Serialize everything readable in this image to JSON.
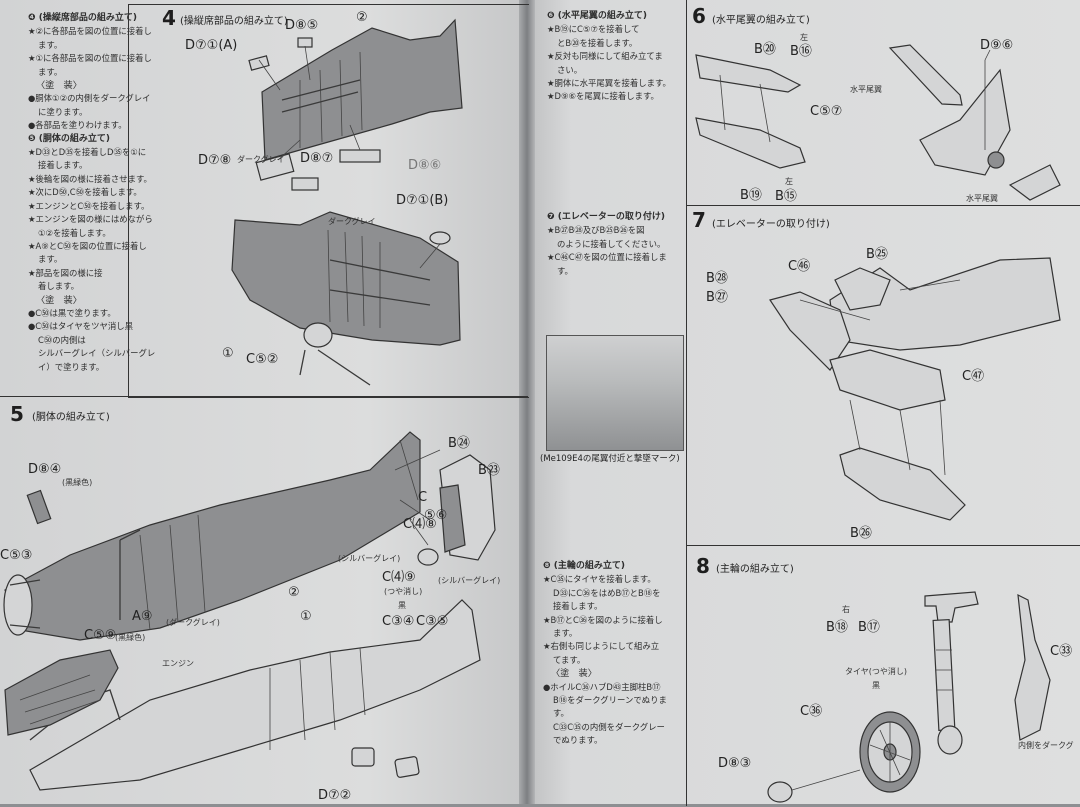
{
  "left": {
    "sidebar": {
      "lines": [
        {
          "text": "❹ (操縦席部品の組み立て)",
          "style": "hd"
        },
        {
          "text": "★②に各部品を図の位置に接着し",
          "style": ""
        },
        {
          "text": "ます。",
          "style": "ind"
        },
        {
          "text": "★①に各部品を図の位置に接着し",
          "style": ""
        },
        {
          "text": "ます。",
          "style": "ind"
        },
        {
          "text": "〈塗　装〉",
          "style": "sub"
        },
        {
          "text": "●胴体①②の内側をダークグレイ",
          "style": ""
        },
        {
          "text": "に塗ります。",
          "style": "ind"
        },
        {
          "text": "●各部品を塗りわけます。",
          "style": ""
        },
        {
          "text": "❺ (胴体の組み立て)",
          "style": "hd"
        },
        {
          "text": "★D㉝とD㉟を接着しD㉟を①に",
          "style": ""
        },
        {
          "text": "接着します。",
          "style": "ind"
        },
        {
          "text": "★後輪を図の様に接着させます。",
          "style": ""
        },
        {
          "text": "★次にD㊿,C㊿を接着します。",
          "style": ""
        },
        {
          "text": "★エンジンとC㊿を接着します。",
          "style": ""
        },
        {
          "text": "★エンジンを図の様にはめながら",
          "style": ""
        },
        {
          "text": "①②を接着します。",
          "style": "ind"
        },
        {
          "text": "★A⑨とC㊿を図の位置に接着し",
          "style": ""
        },
        {
          "text": "ます。",
          "style": "ind"
        },
        {
          "text": "★部品を図の様に接",
          "style": ""
        },
        {
          "text": "着します。",
          "style": "ind"
        },
        {
          "text": "〈塗　装〉",
          "style": "sub"
        },
        {
          "text": "●C㊿は黒で塗ります。",
          "style": ""
        },
        {
          "text": "●C㊿はタイヤをツヤ消し黒",
          "style": ""
        },
        {
          "text": "C㊿の内側は",
          "style": "ind"
        },
        {
          "text": "シルバーグレイ（シルバーグレ",
          "style": "ind"
        },
        {
          "text": "イ）で塗ります。",
          "style": "ind"
        }
      ]
    },
    "step4": {
      "number": "4",
      "title": "(操縦席部品の組み立て)",
      "labels": {
        "d71a": "D⑦①(A)",
        "d85": "D⑧⑤",
        "two_top": "②",
        "d78": "D⑦⑧",
        "dark_gray": "ダークグレイ",
        "d87": "D⑧⑦",
        "d86": "D⑧⑥",
        "d71b": "D⑦①(B)",
        "dark_gray2": "ダークグレイ",
        "one": "①",
        "c52": "C⑤②"
      }
    },
    "step5": {
      "number": "5",
      "title": "(胴体の組み立て)",
      "labels": {
        "d84": "D⑧④",
        "green": "(黒緑色)",
        "c53": "C⑤③",
        "two": "②",
        "a9": "A⑨",
        "dark_gray": "(ダークグレイ)",
        "c59": "C⑤⑨",
        "green2": "(黒緑色)",
        "engine": "エンジン",
        "one": "①",
        "b24": "B㉔",
        "b23": "B㉓",
        "c56": "C",
        "c56n": "⑤⑥",
        "c48": "C⑷⑧",
        "silver1": "(シルバーグレイ)",
        "c49": "C⑷⑨",
        "silver2": "(シルバーグレイ)",
        "matte": "(つや消し)",
        "black": "黒",
        "c34": "C③④",
        "c35": "C③⑤",
        "d72": "D⑦②"
      }
    }
  },
  "right": {
    "sidebar6": {
      "lines": [
        {
          "text": "❻ (水平尾翼の組み立て)",
          "style": "hd"
        },
        {
          "text": "★B⑲にC⑤⑦を接着して",
          "style": ""
        },
        {
          "text": "とB⑳を接着します。",
          "style": "ind"
        },
        {
          "text": "★反対も同様にして組み立てま",
          "style": ""
        },
        {
          "text": "さい。",
          "style": "ind"
        },
        {
          "text": "★胴体に水平尾翼を接着します。",
          "style": ""
        },
        {
          "text": "★D⑨⑥を尾翼に接着します。",
          "style": ""
        }
      ]
    },
    "sidebar7": {
      "lines": [
        {
          "text": "❼ (エレベーターの取り付け)",
          "style": "hd"
        },
        {
          "text": "★B㉗B㉘及びB㉕B㉖を図",
          "style": ""
        },
        {
          "text": "のように接着してください。",
          "style": "ind"
        },
        {
          "text": "★C㊻C㊼を図の位置に接着しま",
          "style": ""
        },
        {
          "text": "す。",
          "style": "ind"
        }
      ]
    },
    "caption": "(Me109E4の尾翼付近と撃墜マーク)",
    "sidebar8": {
      "lines": [
        {
          "text": "❽ (主輪の組み立て)",
          "style": "hd"
        },
        {
          "text": "★C㉟にタイヤを接着します。",
          "style": ""
        },
        {
          "text": "D㉝にC㊱をはめB⑰とB⑱を",
          "style": "ind"
        },
        {
          "text": "接着します。",
          "style": "ind"
        },
        {
          "text": "★B⑰とC㊱を図のように接着し",
          "style": ""
        },
        {
          "text": "ます。",
          "style": "ind"
        },
        {
          "text": "★右側も同じようにして組み立",
          "style": ""
        },
        {
          "text": "てます。",
          "style": "ind"
        },
        {
          "text": "〈塗　装〉",
          "style": "sub"
        },
        {
          "text": "●ホイルC㊱ハブD㊸主脚柱B⑰",
          "style": ""
        },
        {
          "text": "B⑱をダークグリーンでぬりま",
          "style": "ind"
        },
        {
          "text": "す。",
          "style": "ind"
        },
        {
          "text": "C㉝C㉟の内側をダークグレー",
          "style": "ind"
        },
        {
          "text": "でぬります。",
          "style": "ind"
        }
      ]
    },
    "step6": {
      "number": "6",
      "title": "(水平尾翼の組み立て)",
      "labels": {
        "b20": "B⑳",
        "left": "左",
        "b16": "B⑯",
        "c57": "C⑤⑦",
        "b19": "B⑲",
        "left2": "左",
        "b15": "B⑮",
        "d96": "D⑨⑥",
        "tailplane": "水平尾翼",
        "tailplane2": "水平尾翼"
      }
    },
    "step7": {
      "number": "7",
      "title": "(エレベーターの取り付け)",
      "labels": {
        "b25": "B㉕",
        "c46": "C㊻",
        "b28": "B㉘",
        "b27": "B㉗",
        "c47": "C㊼",
        "b26": "B㉖"
      }
    },
    "step8": {
      "number": "8",
      "title": "(主輪の組み立て)",
      "labels": {
        "right": "右",
        "b18": "B⑱",
        "b17": "B⑰",
        "tire": "タイヤ(つや消し)",
        "black": "黒",
        "c36": "C㊱",
        "d83": "D⑧③",
        "c33": "C㉝",
        "inner": "内側をダークグ"
      }
    }
  }
}
